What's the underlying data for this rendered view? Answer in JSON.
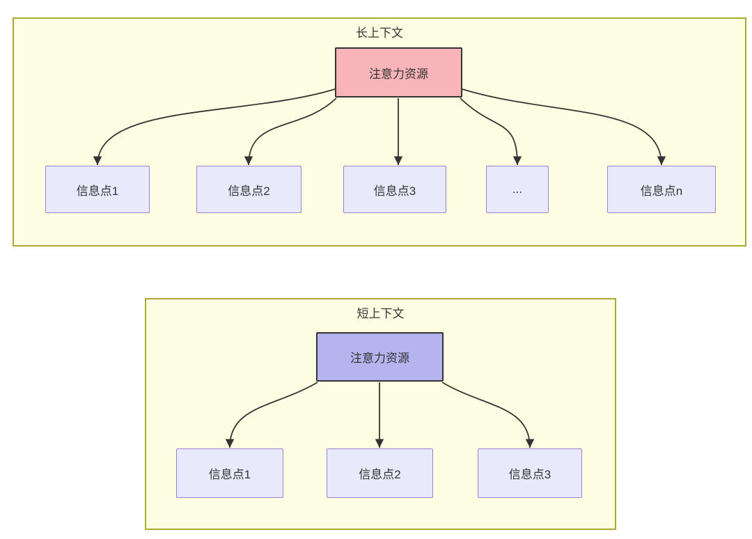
{
  "diagrams": [
    {
      "title": "长上下文",
      "root": {
        "label": "注意力资源"
      },
      "children": [
        "信息点1",
        "信息点2",
        "信息点3",
        "...",
        "信息点n"
      ]
    },
    {
      "title": "短上下文",
      "root": {
        "label": "注意力资源"
      },
      "children": [
        "信息点1",
        "信息点2",
        "信息点3"
      ]
    }
  ],
  "colors": {
    "page_background": "#ffffff",
    "container_fill": "#fdfde2",
    "container_border": "#aaaa33",
    "long_root_fill": "#f8b4b9",
    "long_root_border": "#333333",
    "short_root_fill": "#b4b4ef",
    "short_root_border": "#333333",
    "child_fill": "#e9e9fc",
    "child_border": "#9d7fd6",
    "arrow": "#333333",
    "text": "#333333"
  }
}
